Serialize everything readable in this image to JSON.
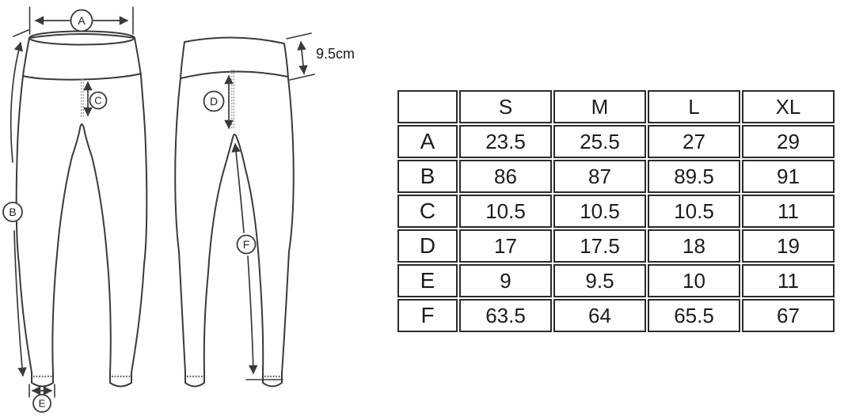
{
  "diagram": {
    "markers": {
      "A": "A",
      "B": "B",
      "C": "C",
      "D": "D",
      "E": "E",
      "F": "F"
    },
    "waistband_height_label": "9.5cm"
  },
  "size_chart": {
    "corner": "",
    "columns": [
      "S",
      "M",
      "L",
      "XL"
    ],
    "rows": [
      {
        "label": "A",
        "values": [
          "23.5",
          "25.5",
          "27",
          "29"
        ]
      },
      {
        "label": "B",
        "values": [
          "86",
          "87",
          "89.5",
          "91"
        ]
      },
      {
        "label": "C",
        "values": [
          "10.5",
          "10.5",
          "10.5",
          "11"
        ]
      },
      {
        "label": "D",
        "values": [
          "17",
          "17.5",
          "18",
          "19"
        ]
      },
      {
        "label": "E",
        "values": [
          "9",
          "9.5",
          "10",
          "11"
        ]
      },
      {
        "label": "F",
        "values": [
          "63.5",
          "64",
          "65.5",
          "67"
        ]
      }
    ]
  },
  "chart_data": {
    "type": "table",
    "columns": [
      "S",
      "M",
      "L",
      "XL"
    ],
    "row_labels": [
      "A",
      "B",
      "C",
      "D",
      "E",
      "F"
    ],
    "values": [
      [
        23.5,
        25.5,
        27,
        29
      ],
      [
        86,
        87,
        89.5,
        91
      ],
      [
        10.5,
        10.5,
        10.5,
        11
      ],
      [
        17,
        17.5,
        18,
        19
      ],
      [
        9,
        9.5,
        10,
        11
      ],
      [
        63.5,
        64,
        65.5,
        67
      ]
    ],
    "waistband_height_cm": 9.5
  },
  "colors": {
    "line": "#3a3a3a",
    "table_border": "#2b2b2b",
    "text": "#1c1c1c",
    "waistband_fill": "#dcdcdc",
    "background": "#ffffff"
  }
}
